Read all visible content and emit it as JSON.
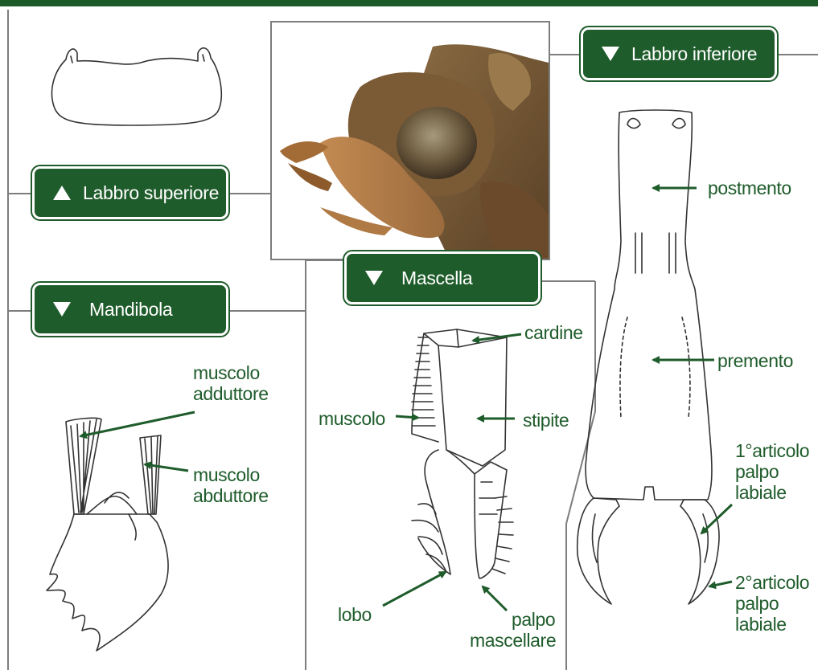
{
  "colors": {
    "accent": "#1f5c2b",
    "border": "#7d7d7d",
    "drawing": "#333333"
  },
  "sections": {
    "labbro_superiore": {
      "label": "Labbro superiore",
      "icon": "triangle-up-icon"
    },
    "mandibola": {
      "label": "Mandibola",
      "icon": "triangle-down-icon"
    },
    "mascella": {
      "label": "Mascella",
      "icon": "triangle-down-icon"
    },
    "labbro_inferiore": {
      "label": "Labbro inferiore",
      "icon": "triangle-down-icon"
    }
  },
  "labels": {
    "muscolo_adduttore": [
      "muscolo",
      "adduttore"
    ],
    "muscolo_abduttore": [
      "muscolo",
      "abduttore"
    ],
    "cardine": "cardine",
    "muscolo": "muscolo",
    "stipite": "stipite",
    "lobo": "lobo",
    "palpo_mascellare": [
      "palpo",
      "mascellare"
    ],
    "postmento": "postmento",
    "premento": "premento",
    "articolo1": [
      "1°articolo",
      "palpo",
      "labiale"
    ],
    "articolo2": [
      "2°articolo",
      "palpo",
      "labiale"
    ]
  }
}
